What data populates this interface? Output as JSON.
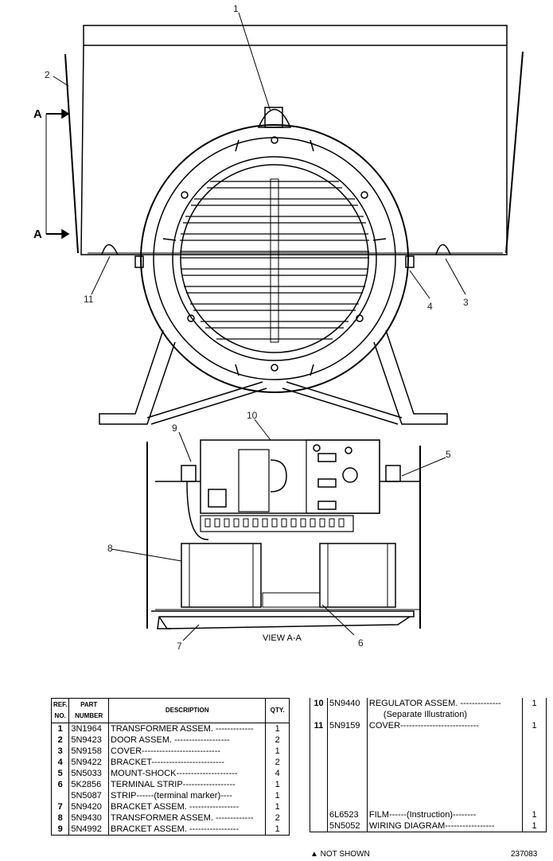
{
  "drawing": {
    "section_marker": "A",
    "view_label": "VIEW A-A",
    "callouts": [
      "1",
      "2",
      "3",
      "4",
      "5",
      "6",
      "7",
      "8",
      "9",
      "10",
      "11"
    ]
  },
  "parts_table": {
    "headers": {
      "ref": "REF. NO.",
      "part": "PART NUMBER",
      "description": "DESCRIPTION",
      "qty": "QTY."
    },
    "left_rows": [
      {
        "ref": "1",
        "part": "3N1964",
        "description": "TRANSFORMER ASSEM. -------------",
        "qty": "1"
      },
      {
        "ref": "2",
        "part": "5N9423",
        "description": "DOOR ASSEM. -------------------",
        "qty": "2"
      },
      {
        "ref": "3",
        "part": "5N9158",
        "description": "COVER---------------------------",
        "qty": "1"
      },
      {
        "ref": "4",
        "part": "5N9422",
        "description": "BRACKET-------------------------",
        "qty": "2"
      },
      {
        "ref": "5",
        "part": "5N5033",
        "description": "MOUNT-SHOCK---------------------",
        "qty": "4"
      },
      {
        "ref": "6",
        "part": "5K2856",
        "description": "TERMINAL STRIP------------------",
        "qty": "1"
      },
      {
        "ref": "",
        "part": "5N5087",
        "description": "STRIP------(terminal marker)----",
        "qty": "1"
      },
      {
        "ref": "7",
        "part": "5N9420",
        "description": "BRACKET ASSEM. -----------------",
        "qty": "1"
      },
      {
        "ref": "8",
        "part": "5N9430",
        "description": "TRANSFORMER ASSEM. -------------",
        "qty": "2"
      },
      {
        "ref": "9",
        "part": "5N4992",
        "description": "BRACKET ASSEM. -----------------",
        "qty": "1"
      }
    ],
    "right_rows": [
      {
        "ref": "10",
        "part": "5N9440",
        "description": "REGULATOR ASSEM. --------------",
        "note": "(Separate Illustration)",
        "qty": "1"
      },
      {
        "ref": "11",
        "part": "5N9159",
        "description": "COVER---------------------------",
        "note": "",
        "qty": "1"
      },
      {
        "ref": "",
        "part": "6L6523",
        "description": "FILM------(Instruction)--------",
        "note": "",
        "qty": "1"
      },
      {
        "ref": "",
        "part": "5N5052",
        "description": "WIRING DIAGRAM-----------------",
        "note": "",
        "qty": "1"
      }
    ]
  },
  "footer": {
    "not_shown_note": "▲ NOT SHOWN",
    "figure_number": "237083"
  }
}
